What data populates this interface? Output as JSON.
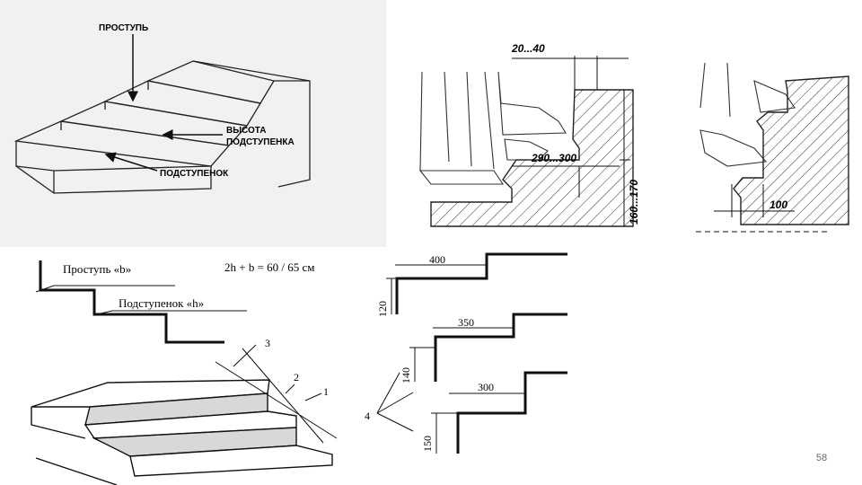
{
  "figure1": {
    "label_tread": "ПРОСТУПЬ",
    "label_riser_height": [
      "ВЫСОТА",
      "ПОДСТУПЕНКА"
    ],
    "label_riser": "ПОДСТУПЕНОК"
  },
  "figure2": {
    "dim_nosing": "20...40",
    "dim_tread": "290...300",
    "dim_riser": "160...170"
  },
  "figure3": {
    "dim_overhang": "100"
  },
  "figure4": {
    "label_tread": "Проступь «b»",
    "formula": "2h + b = 60 / 65 см",
    "label_riser": "Подступенок «h»",
    "callout_1": "1",
    "callout_2": "2",
    "callout_3": "3"
  },
  "figure5": {
    "steps": [
      {
        "tread": "400",
        "riser": "120"
      },
      {
        "tread": "350",
        "riser": "140"
      },
      {
        "tread": "300",
        "riser": "150"
      }
    ],
    "callout_4": "4"
  },
  "page_number": "58"
}
